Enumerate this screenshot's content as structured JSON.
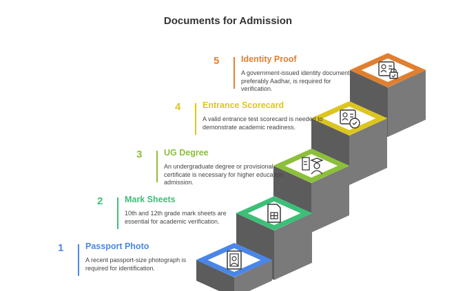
{
  "title": "Documents for Admission",
  "steps": [
    {
      "number": "1",
      "title": "Passport Photo",
      "description": "A recent passport-size photograph is required for identification.",
      "color": "#4a86e8",
      "icon": "passport-photo-icon"
    },
    {
      "number": "2",
      "title": "Mark Sheets",
      "description": "10th and 12th grade mark sheets are essential for academic verification.",
      "color": "#3dbf78",
      "icon": "spreadsheet-document-icon"
    },
    {
      "number": "3",
      "title": "UG Degree",
      "description": "An undergraduate degree or provisional certificate is necessary for higher education admission.",
      "color": "#8cbf3a",
      "icon": "graduate-certificate-icon"
    },
    {
      "number": "4",
      "title": "Entrance Scorecard",
      "description": "A valid entrance test scorecard is needed to demonstrate academic readiness.",
      "color": "#dcc51f",
      "icon": "id-card-check-icon"
    },
    {
      "number": "5",
      "title": "Identity Proof",
      "description": "A government-issued identity document, preferably Aadhar, is required for verification.",
      "color": "#e07f30",
      "icon": "id-card-lock-icon"
    }
  ]
}
